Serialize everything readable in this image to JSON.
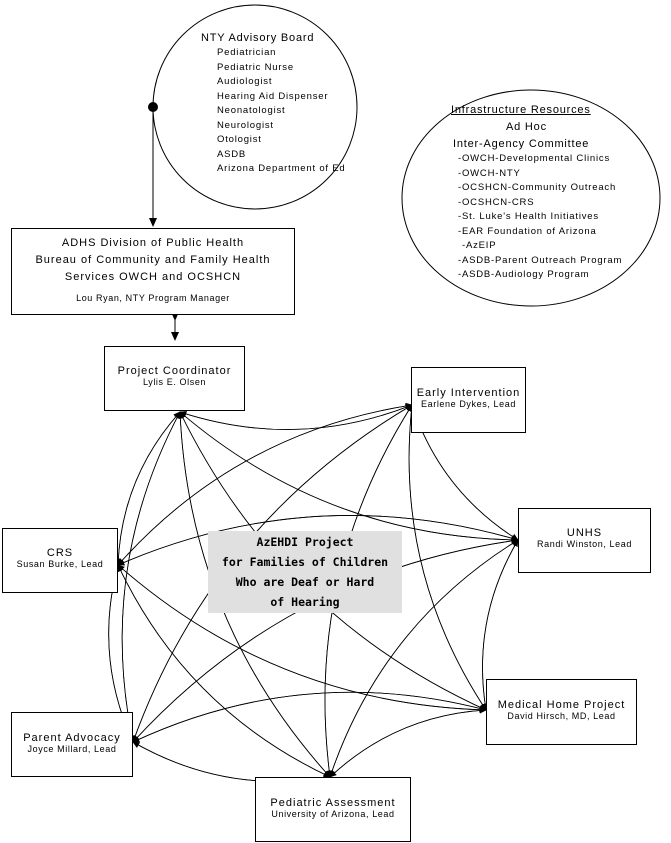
{
  "advisory_board": {
    "title": "NTY Advisory Board",
    "members": [
      "Pediatrician",
      "Pediatric Nurse",
      "Audiologist",
      "Hearing Aid Dispenser",
      "Neonatologist",
      "Neurologist",
      "Otologist",
      "ASDB",
      "Arizona Department of Ed"
    ]
  },
  "infrastructure": {
    "title": "Infrastructure Resources",
    "line2": "Ad Hoc",
    "line3": "Inter-Agency Committee",
    "members": [
      "-OWCH-Developmental Clinics",
      "-OWCH-NTY",
      "-OCSHCN-Community  Outreach",
      "-OCSHCN-CRS",
      "-St. Luke's Health Initiatives",
      "-EAR Foundation of Arizona",
      "-AzEIP",
      "-ASDB-Parent Outreach Program",
      "-ASDB-Audiology Program"
    ]
  },
  "adhs": {
    "line1": "ADHS Division of Public Health",
    "line2": "Bureau of Community and Family Health",
    "line3": "Services OWCH and OCSHCN",
    "manager": "Lou Ryan, NTY Program Manager"
  },
  "center": {
    "lines": [
      "AzEHDI Project",
      "for Families of Children",
      "Who are Deaf or Hard",
      "of Hearing"
    ]
  },
  "nodes": {
    "coordinator": {
      "title": "Project Coordinator",
      "lead": "Lylis E. Olsen"
    },
    "early": {
      "title": "Early Intervention",
      "lead": "Earlene Dykes, Lead"
    },
    "unhs": {
      "title": "UNHS",
      "lead": "Randi Winston, Lead"
    },
    "crs": {
      "title": "CRS",
      "lead": "Susan Burke, Lead"
    },
    "medical": {
      "title": "Medical Home Project",
      "lead": "David Hirsch, MD, Lead"
    },
    "parent": {
      "title": "Parent Advocacy",
      "lead": "Joyce Millard, Lead"
    },
    "pediatric": {
      "title": "Pediatric Assessment",
      "lead": "University of Arizona, Lead"
    }
  }
}
